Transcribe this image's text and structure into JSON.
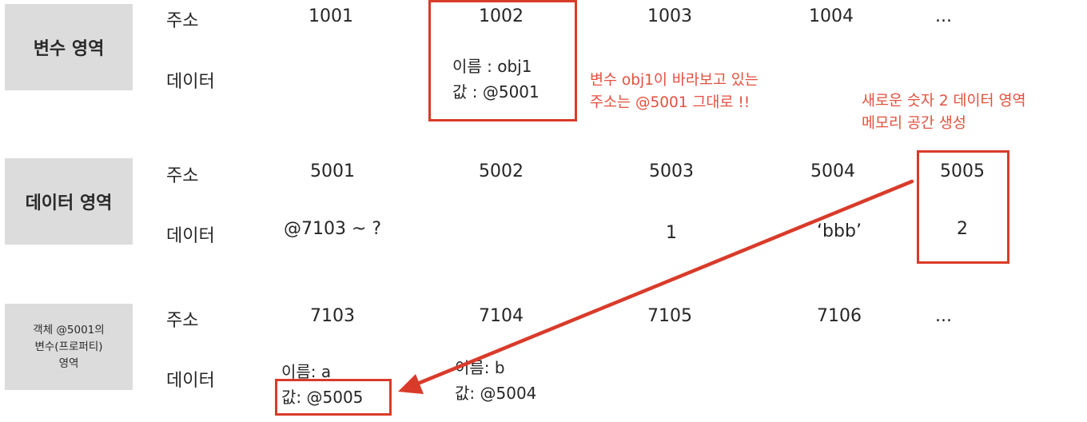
{
  "sections": {
    "variable": {
      "label": "변수 영역",
      "addr_label": "주소",
      "data_label": "데이터",
      "addresses": [
        "1001",
        "1002",
        "1003",
        "1004",
        "..."
      ],
      "highlighted": {
        "name": "이름 : obj1",
        "value": "값 : @5001"
      }
    },
    "data": {
      "label": "데이터 영역",
      "addr_label": "주소",
      "data_label": "데이터",
      "addresses": [
        "5001",
        "5002",
        "5003",
        "5004",
        "5005"
      ],
      "values": [
        "@7103 ~ ?",
        "",
        "1",
        "‘bbb’",
        "2"
      ]
    },
    "property": {
      "label": "객체 @5001의\n변수(프로퍼티)\n영역",
      "addr_label": "주소",
      "data_label": "데이터",
      "addresses": [
        "7103",
        "7104",
        "7105",
        "7106",
        "..."
      ],
      "cells": [
        {
          "name": "이름: a",
          "value": "값: @5005"
        },
        {
          "name": "이름: b",
          "value": "값: @5004"
        }
      ]
    }
  },
  "annotations": {
    "obj1_note_line1": "변수 obj1이 바라보고 있는",
    "obj1_note_line2": "주소는 @5001 그대로 !!",
    "new_memory_line1": "새로운 숫자 2 데이터 영역",
    "new_memory_line2": "메모리 공간 생성"
  },
  "colors": {
    "section_bg": "#dcdcdc",
    "highlight_red": "#d93b2a",
    "annotation_red": "#e2513f"
  }
}
